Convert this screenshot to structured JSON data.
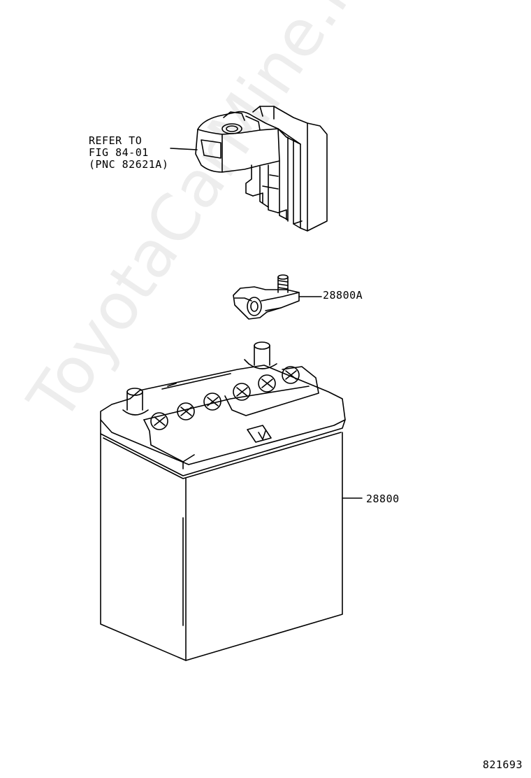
{
  "callouts": {
    "refer_line1": "REFER TO",
    "refer_line2": "FIG 84-01",
    "refer_line3": "(PNC 82621A)",
    "clamp_part": "28800A",
    "battery_part": "28800"
  },
  "figure_number": "821693",
  "watermark": "ToyotaCarMine.ru",
  "colors": {
    "line": "#000000",
    "background": "#ffffff"
  }
}
